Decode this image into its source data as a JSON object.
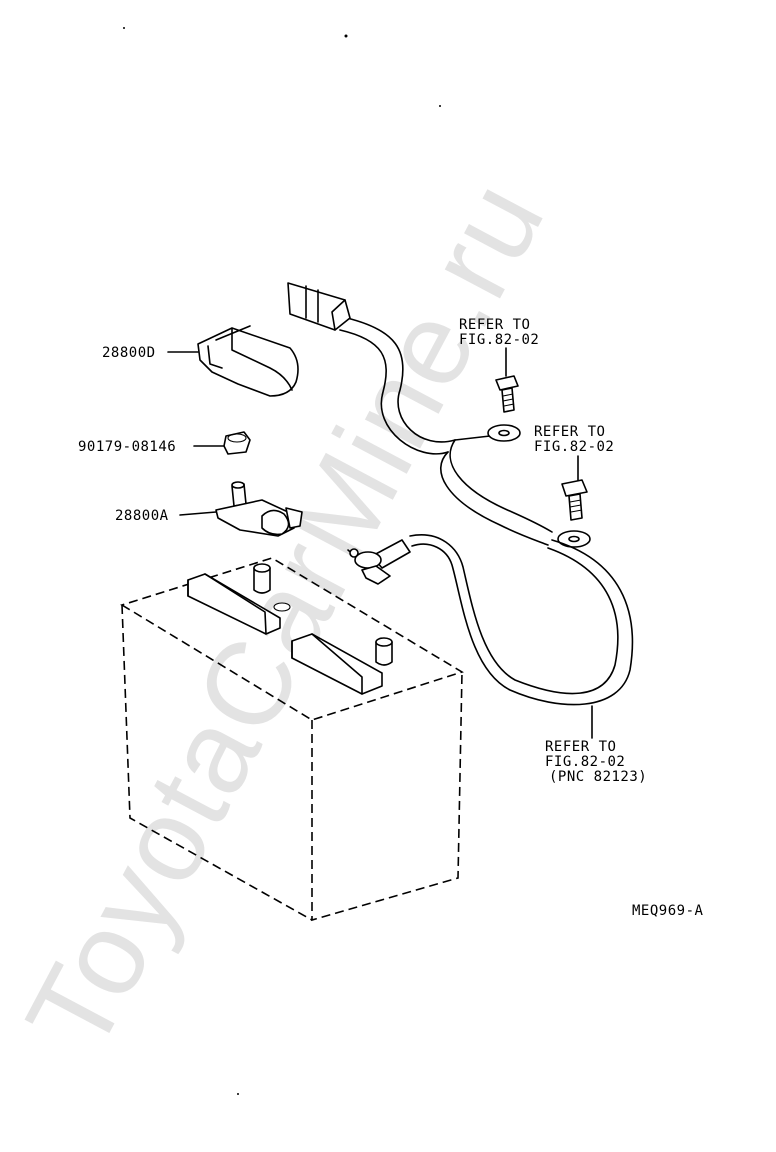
{
  "watermark": "ToyotaCarMine.ru",
  "diagram_code": "MEQ969-A",
  "parts": {
    "terminal_cover": "28800D",
    "nut": "90179-08146",
    "terminal_clamp": "28800A"
  },
  "refer_1": {
    "line1": "REFER TO",
    "line2": "FIG.82-02"
  },
  "refer_2": {
    "line1": "REFER TO",
    "line2": "FIG.82-02"
  },
  "refer_3": {
    "line1": "REFER TO",
    "line2": "FIG.82-02",
    "line3": "(PNC 82123)"
  }
}
